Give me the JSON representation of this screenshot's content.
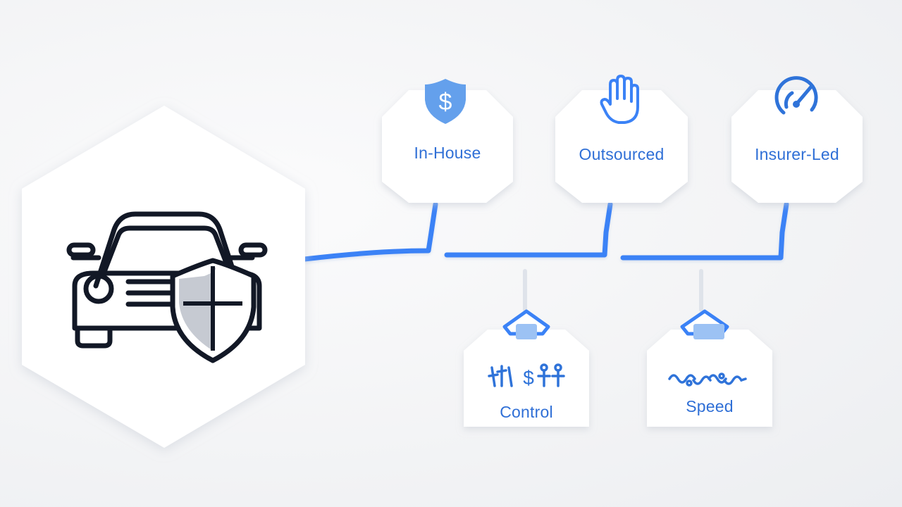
{
  "diagram": {
    "center_icon": "car-shield-icon",
    "accent_color": "#3b82f6",
    "label_color": "#2f6fd6",
    "options": [
      {
        "label": "In-House",
        "icon": "dollar-shield-icon"
      },
      {
        "label": "Outsourced",
        "icon": "hand-icon"
      },
      {
        "label": "Insurer-Led",
        "icon": "gauge-icon"
      }
    ],
    "benefits": [
      {
        "label": "Control",
        "icon": "people-icon"
      },
      {
        "label": "Speed",
        "icon": "wave-icon"
      }
    ]
  }
}
